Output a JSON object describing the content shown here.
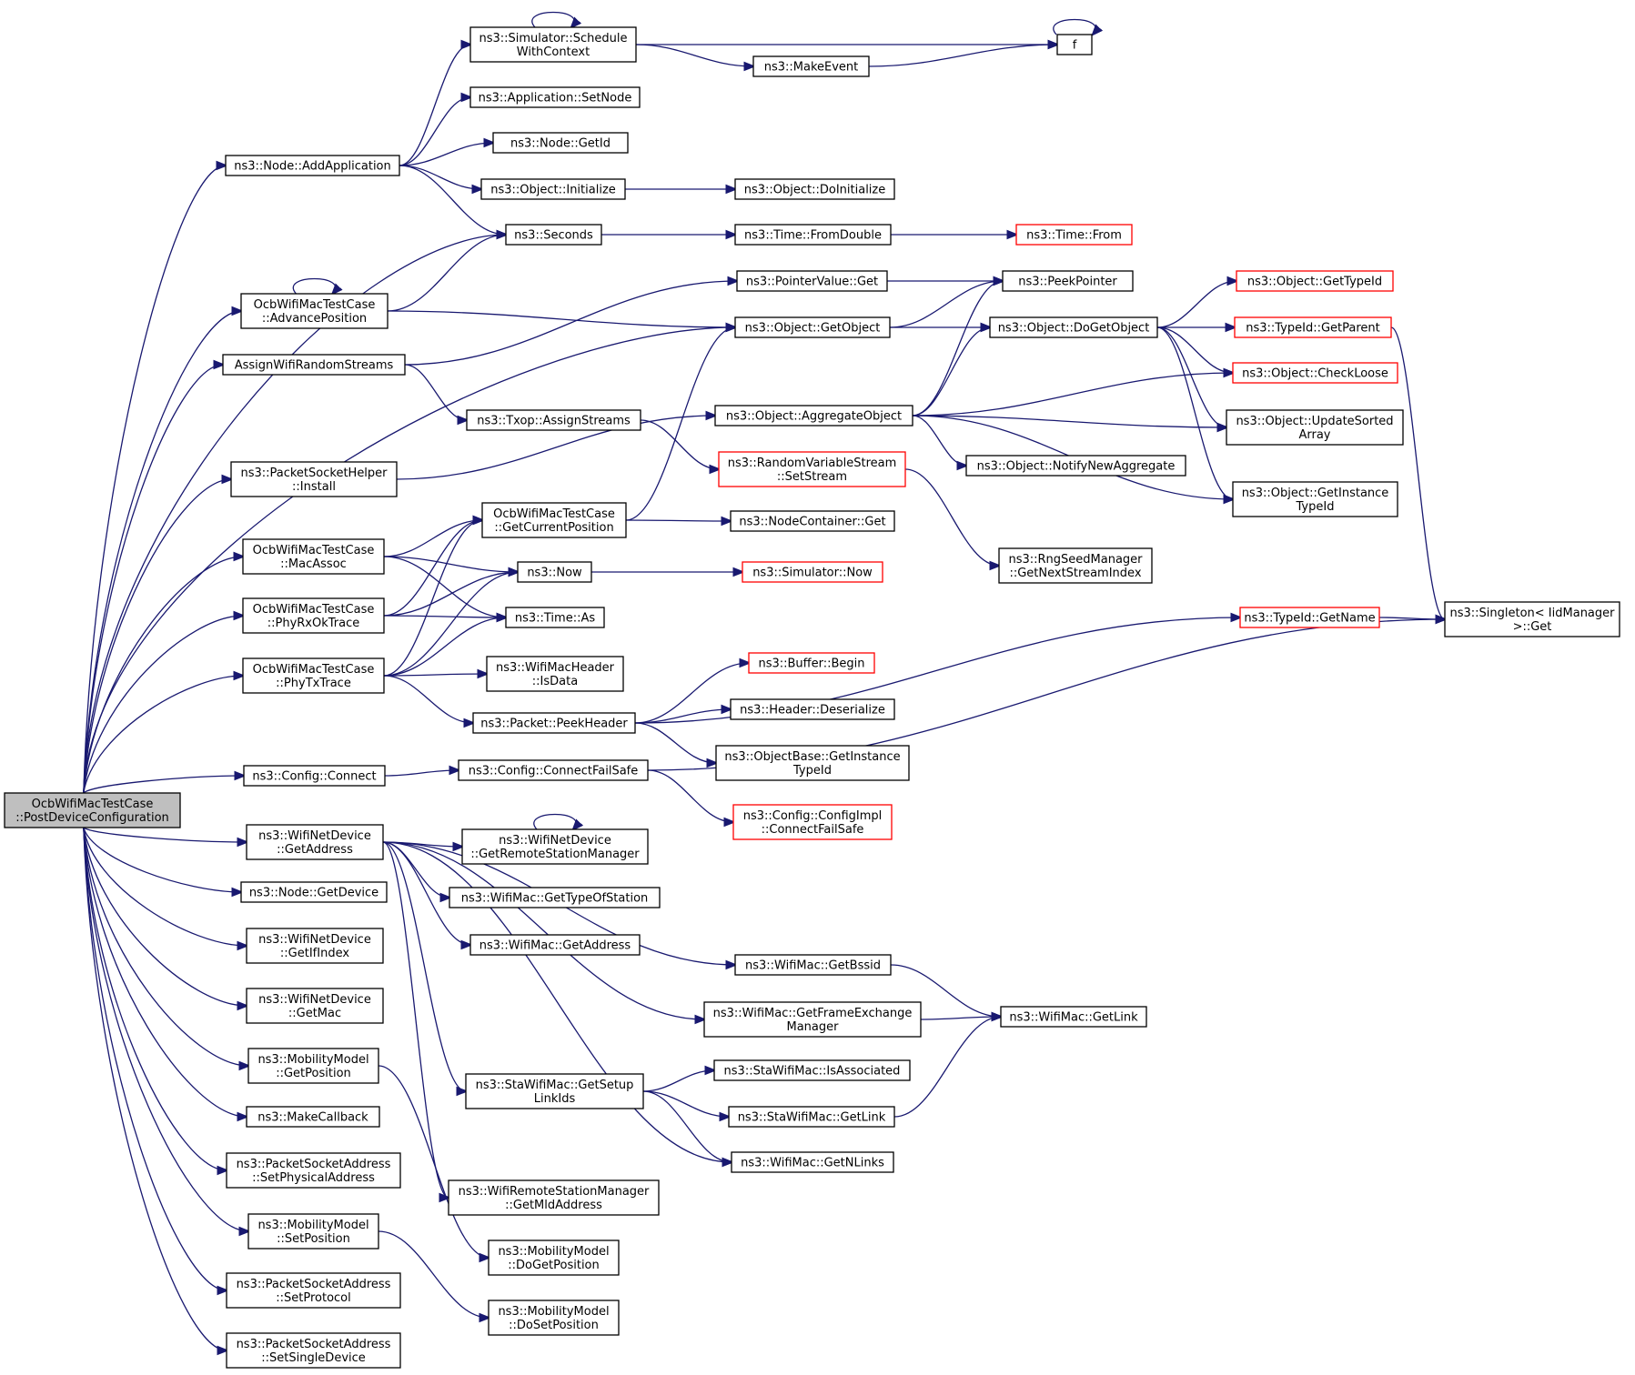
{
  "nodes": [
    {
      "id": "root",
      "lines": [
        "OcbWifiMacTestCase",
        "::PostDeviceConfiguration"
      ],
      "style": "root"
    },
    {
      "id": "addApp",
      "lines": [
        "ns3::Node::AddApplication"
      ]
    },
    {
      "id": "schedCtx",
      "lines": [
        "ns3::Simulator::Schedule",
        "WithContext"
      ]
    },
    {
      "id": "f",
      "lines": [
        "f"
      ]
    },
    {
      "id": "makeEvent",
      "lines": [
        "ns3::MakeEvent"
      ]
    },
    {
      "id": "appSetNode",
      "lines": [
        "ns3::Application::SetNode"
      ]
    },
    {
      "id": "nodeGetId",
      "lines": [
        "ns3::Node::GetId"
      ]
    },
    {
      "id": "objInit",
      "lines": [
        "ns3::Object::Initialize"
      ]
    },
    {
      "id": "objDoInit",
      "lines": [
        "ns3::Object::DoInitialize"
      ]
    },
    {
      "id": "seconds",
      "lines": [
        "ns3::Seconds"
      ]
    },
    {
      "id": "fromDouble",
      "lines": [
        "ns3::Time::FromDouble"
      ]
    },
    {
      "id": "timeFrom",
      "lines": [
        "ns3::Time::From"
      ],
      "style": "red"
    },
    {
      "id": "advPos",
      "lines": [
        "OcbWifiMacTestCase",
        "::AdvancePosition"
      ]
    },
    {
      "id": "ptrGet",
      "lines": [
        "ns3::PointerValue::Get"
      ]
    },
    {
      "id": "peekPtr",
      "lines": [
        "ns3::PeekPointer"
      ]
    },
    {
      "id": "getObject",
      "lines": [
        "ns3::Object::GetObject"
      ]
    },
    {
      "id": "doGetObject",
      "lines": [
        "ns3::Object::DoGetObject"
      ]
    },
    {
      "id": "getTypeId",
      "lines": [
        "ns3::Object::GetTypeId"
      ],
      "style": "red"
    },
    {
      "id": "getParent",
      "lines": [
        "ns3::TypeId::GetParent"
      ],
      "style": "red"
    },
    {
      "id": "checkLoose",
      "lines": [
        "ns3::Object::CheckLoose"
      ],
      "style": "red"
    },
    {
      "id": "assignRS",
      "lines": [
        "AssignWifiRandomStreams"
      ]
    },
    {
      "id": "txopAssign",
      "lines": [
        "ns3::Txop::AssignStreams"
      ]
    },
    {
      "id": "aggObj",
      "lines": [
        "ns3::Object::AggregateObject"
      ]
    },
    {
      "id": "updSorted",
      "lines": [
        "ns3::Object::UpdateSorted",
        "Array"
      ]
    },
    {
      "id": "notifyAgg",
      "lines": [
        "ns3::Object::NotifyNewAggregate"
      ]
    },
    {
      "id": "rvsSetStream",
      "lines": [
        "ns3::RandomVariableStream",
        "::SetStream"
      ],
      "style": "red"
    },
    {
      "id": "getInstTypeId",
      "lines": [
        "ns3::Object::GetInstance",
        "TypeId"
      ]
    },
    {
      "id": "psInstall",
      "lines": [
        "ns3::PacketSocketHelper",
        "::Install"
      ]
    },
    {
      "id": "getCurPos",
      "lines": [
        "OcbWifiMacTestCase",
        "::GetCurrentPosition"
      ]
    },
    {
      "id": "ncGet",
      "lines": [
        "ns3::NodeContainer::Get"
      ]
    },
    {
      "id": "rngNext",
      "lines": [
        "ns3::RngSeedManager",
        "::GetNextStreamIndex"
      ]
    },
    {
      "id": "macAssoc",
      "lines": [
        "OcbWifiMacTestCase",
        "::MacAssoc"
      ]
    },
    {
      "id": "now",
      "lines": [
        "ns3::Now"
      ]
    },
    {
      "id": "simNow",
      "lines": [
        "ns3::Simulator::Now"
      ],
      "style": "red"
    },
    {
      "id": "phyRxOk",
      "lines": [
        "OcbWifiMacTestCase",
        "::PhyRxOkTrace"
      ]
    },
    {
      "id": "timeAs",
      "lines": [
        "ns3::Time::As"
      ]
    },
    {
      "id": "typeIdGetName",
      "lines": [
        "ns3::TypeId::GetName"
      ],
      "style": "red"
    },
    {
      "id": "singleton",
      "lines": [
        "ns3::Singleton< IidManager",
        ">::Get"
      ]
    },
    {
      "id": "phyTx",
      "lines": [
        "OcbWifiMacTestCase",
        "::PhyTxTrace"
      ]
    },
    {
      "id": "isData",
      "lines": [
        "ns3::WifiMacHeader",
        "::IsData"
      ]
    },
    {
      "id": "bufBegin",
      "lines": [
        "ns3::Buffer::Begin"
      ],
      "style": "red"
    },
    {
      "id": "peekHeader",
      "lines": [
        "ns3::Packet::PeekHeader"
      ]
    },
    {
      "id": "hdrDeser",
      "lines": [
        "ns3::Header::Deserialize"
      ]
    },
    {
      "id": "obGetInst",
      "lines": [
        "ns3::ObjectBase::GetInstance",
        "TypeId"
      ]
    },
    {
      "id": "cfgConnect",
      "lines": [
        "ns3::Config::Connect"
      ]
    },
    {
      "id": "cfgConnFS",
      "lines": [
        "ns3::Config::ConnectFailSafe"
      ]
    },
    {
      "id": "cfgImplConn",
      "lines": [
        "ns3::Config::ConfigImpl",
        "::ConnectFailSafe"
      ],
      "style": "red"
    },
    {
      "id": "wndGetAddr",
      "lines": [
        "ns3::WifiNetDevice",
        "::GetAddress"
      ]
    },
    {
      "id": "wndGetRSM",
      "lines": [
        "ns3::WifiNetDevice",
        "::GetRemoteStationManager"
      ]
    },
    {
      "id": "nodeGetDev",
      "lines": [
        "ns3::Node::GetDevice"
      ]
    },
    {
      "id": "macGetType",
      "lines": [
        "ns3::WifiMac::GetTypeOfStation"
      ]
    },
    {
      "id": "wndGetIf",
      "lines": [
        "ns3::WifiNetDevice",
        "::GetIfIndex"
      ]
    },
    {
      "id": "macGetAddr",
      "lines": [
        "ns3::WifiMac::GetAddress"
      ]
    },
    {
      "id": "macGetBssid",
      "lines": [
        "ns3::WifiMac::GetBssid"
      ]
    },
    {
      "id": "wndGetMac",
      "lines": [
        "ns3::WifiNetDevice",
        "::GetMac"
      ]
    },
    {
      "id": "macGetFEM",
      "lines": [
        "ns3::WifiMac::GetFrameExchange",
        "Manager"
      ]
    },
    {
      "id": "macGetLink",
      "lines": [
        "ns3::WifiMac::GetLink"
      ]
    },
    {
      "id": "mmGetPos",
      "lines": [
        "ns3::MobilityModel",
        "::GetPosition"
      ]
    },
    {
      "id": "staIsAssoc",
      "lines": [
        "ns3::StaWifiMac::IsAssociated"
      ]
    },
    {
      "id": "staGetSetup",
      "lines": [
        "ns3::StaWifiMac::GetSetup",
        "LinkIds"
      ]
    },
    {
      "id": "makeCb",
      "lines": [
        "ns3::MakeCallback"
      ]
    },
    {
      "id": "staGetLink",
      "lines": [
        "ns3::StaWifiMac::GetLink"
      ]
    },
    {
      "id": "psaSetPhys",
      "lines": [
        "ns3::PacketSocketAddress",
        "::SetPhysicalAddress"
      ]
    },
    {
      "id": "macGetNLinks",
      "lines": [
        "ns3::WifiMac::GetNLinks"
      ]
    },
    {
      "id": "rsmGetMld",
      "lines": [
        "ns3::WifiRemoteStationManager",
        "::GetMldAddress"
      ]
    },
    {
      "id": "mmSetPos",
      "lines": [
        "ns3::MobilityModel",
        "::SetPosition"
      ]
    },
    {
      "id": "mmDoGetPos",
      "lines": [
        "ns3::MobilityModel",
        "::DoGetPosition"
      ]
    },
    {
      "id": "psaSetProto",
      "lines": [
        "ns3::PacketSocketAddress",
        "::SetProtocol"
      ]
    },
    {
      "id": "mmDoSetPos",
      "lines": [
        "ns3::MobilityModel",
        "::DoSetPosition"
      ]
    },
    {
      "id": "psaSetSingle",
      "lines": [
        "ns3::PacketSocketAddress",
        "::SetSingleDevice"
      ]
    }
  ]
}
